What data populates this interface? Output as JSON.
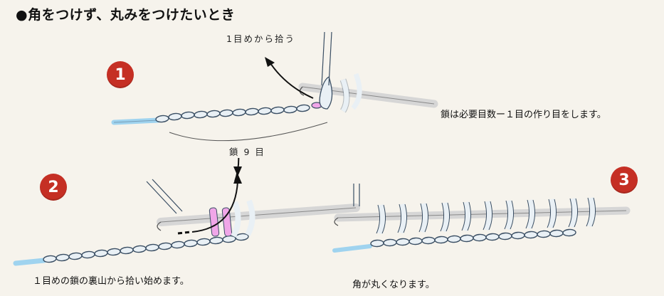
{
  "title": "●角をつけず、丸みをつけたいとき",
  "steps": [
    {
      "number": "1",
      "label_top": "1目めから拾う",
      "label_bottom": "鎖 9 目",
      "caption": "鎖は必要目数ー１目の作り目をします。"
    },
    {
      "number": "2",
      "caption": "１目めの鎖の裏山から拾い始めます。"
    },
    {
      "number": "3",
      "caption": "角が丸くなります。"
    }
  ],
  "colors": {
    "badge": "#c52f24",
    "yarn": "#e9f0f5",
    "yarn_outline": "#3a4e63",
    "highlight": "#f0a6e8",
    "needle": "#d6d6d6",
    "tail": "#9fd3ef"
  }
}
